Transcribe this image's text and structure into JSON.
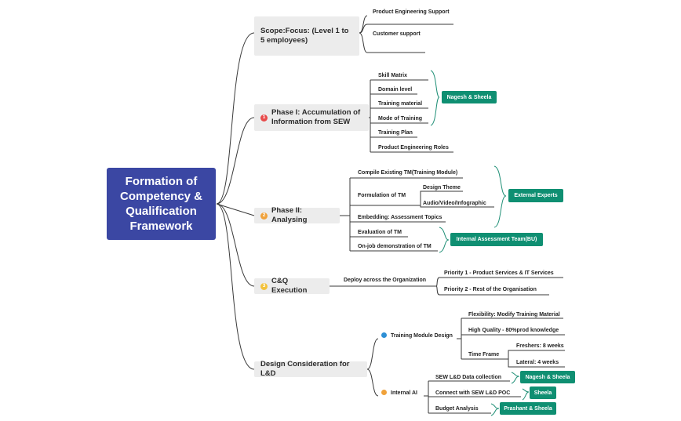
{
  "root": {
    "title": "Formation of Competency & Qualification Framework"
  },
  "colors": {
    "root": "#3b47a3",
    "tag": "#0f8f72",
    "num_red": "#e84a4a",
    "num_orange": "#f0a23b",
    "num_yellow": "#f3c23b",
    "icon_blue": "#2d8fd5",
    "icon_orange": "#f0a23b"
  },
  "scope": {
    "label": "Scope:Focus: (Level 1 to 5 employees)",
    "items": [
      "Product Engineering Support",
      "Customer support"
    ]
  },
  "phase1": {
    "num": "1",
    "label": "Phase I: Accumulation of Information from SEW",
    "items": [
      "Skill Matrix",
      "Domain level",
      "Training material",
      "Mode of Training",
      "Training Plan",
      "Product Engineering Roles"
    ],
    "owner": "Nagesh & Sheela"
  },
  "phase2": {
    "num": "2",
    "label": "Phase II: Analysing",
    "compile": "Compile Existing TM(Training Module)",
    "formulation": "Formulation of TM",
    "formulation_children": [
      "Design Theme",
      "Audio/Video/Infographic"
    ],
    "embedding": "Embedding: Assessment Topics",
    "evaluation": "Evaluation of TM",
    "onjob": "On-job demonstration of TM",
    "external": "External Experts",
    "internal": "Internal Assessment Team(BU)"
  },
  "cq": {
    "num": "3",
    "label": "C&Q Execution",
    "deploy": "Deploy across the Organization",
    "priorities": [
      "Priority 1 - Product Services & IT Services",
      "Priority 2 - Rest of the Organisation"
    ]
  },
  "design": {
    "label": "Design Consideration for L&D",
    "tmd": {
      "label": "Training Module Design",
      "items": [
        "Flexibility: Modify Training Material",
        "High Quality - 80%prod knowledge"
      ],
      "timeframe": "Time Frame",
      "timeframe_items": [
        "Freshers: 8 weeks",
        "Lateral: 4 weeks"
      ]
    },
    "internal_ai": {
      "label": "Internal AI",
      "items": [
        "SEW L&D Data collection",
        "Connect with SEW L&D POC",
        "Budget Analysis"
      ],
      "owners": [
        "Nagesh & Sheela",
        "Sheela",
        "Prashant & Sheela"
      ]
    }
  }
}
